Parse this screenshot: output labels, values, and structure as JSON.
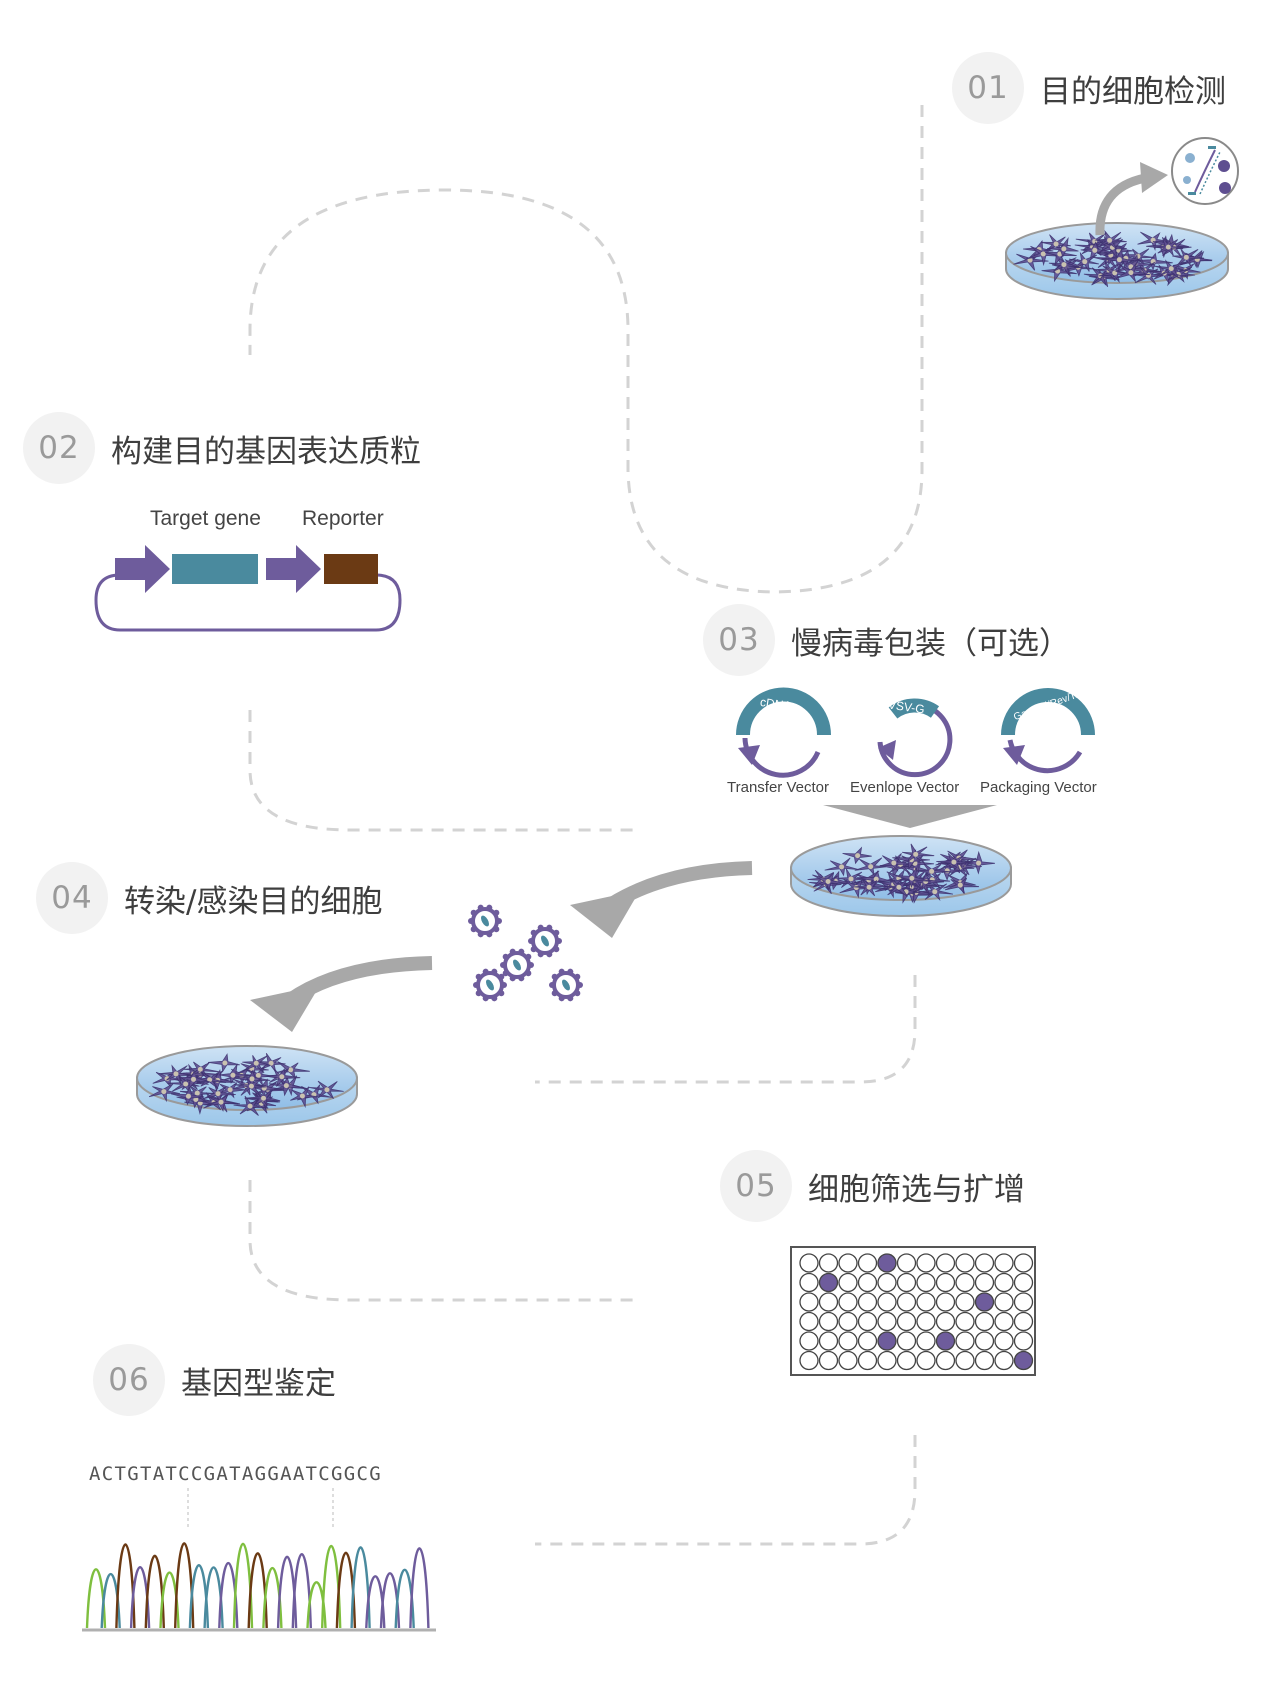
{
  "steps": [
    {
      "num": "01",
      "title": "目的细胞检测"
    },
    {
      "num": "02",
      "title": "构建目的基因表达质粒"
    },
    {
      "num": "03",
      "title": "慢病毒包装（可选）"
    },
    {
      "num": "04",
      "title": "转染/感染目的细胞"
    },
    {
      "num": "05",
      "title": "细胞筛选与扩增"
    },
    {
      "num": "06",
      "title": "基因型鉴定"
    }
  ],
  "plasmid": {
    "target_gene": "Target gene",
    "reporter": "Reporter"
  },
  "vectors": [
    {
      "arc_label": "cDNA",
      "caption": "Transfer Vector"
    },
    {
      "arc_label": "VSV-G",
      "caption": "Evenlope Vector"
    },
    {
      "arc_label": "Gag/Pol/Rev/Tat",
      "caption": "Packaging Vector"
    }
  ],
  "sequence": "ACTGTATCCGATAGGAATCGGCG",
  "plate": {
    "rows": 6,
    "cols": 12,
    "filled_wells": [
      [
        0,
        4
      ],
      [
        1,
        1
      ],
      [
        2,
        9
      ],
      [
        4,
        4
      ],
      [
        4,
        7
      ],
      [
        5,
        11
      ]
    ]
  },
  "colors": {
    "promoter": "#6e5c9c",
    "target_gene": "#4a8a9e",
    "reporter": "#6b3a14",
    "vector_teal": "#4a8a9e",
    "vector_purple": "#6e5c9c",
    "dish_fill": "#a9cdea",
    "cells": "#5e4e90",
    "arrow": "#a8a8a8",
    "chromatogram": [
      "#4a8a9e",
      "#6b3a14",
      "#6e5c9c",
      "#7fbf3f"
    ]
  }
}
